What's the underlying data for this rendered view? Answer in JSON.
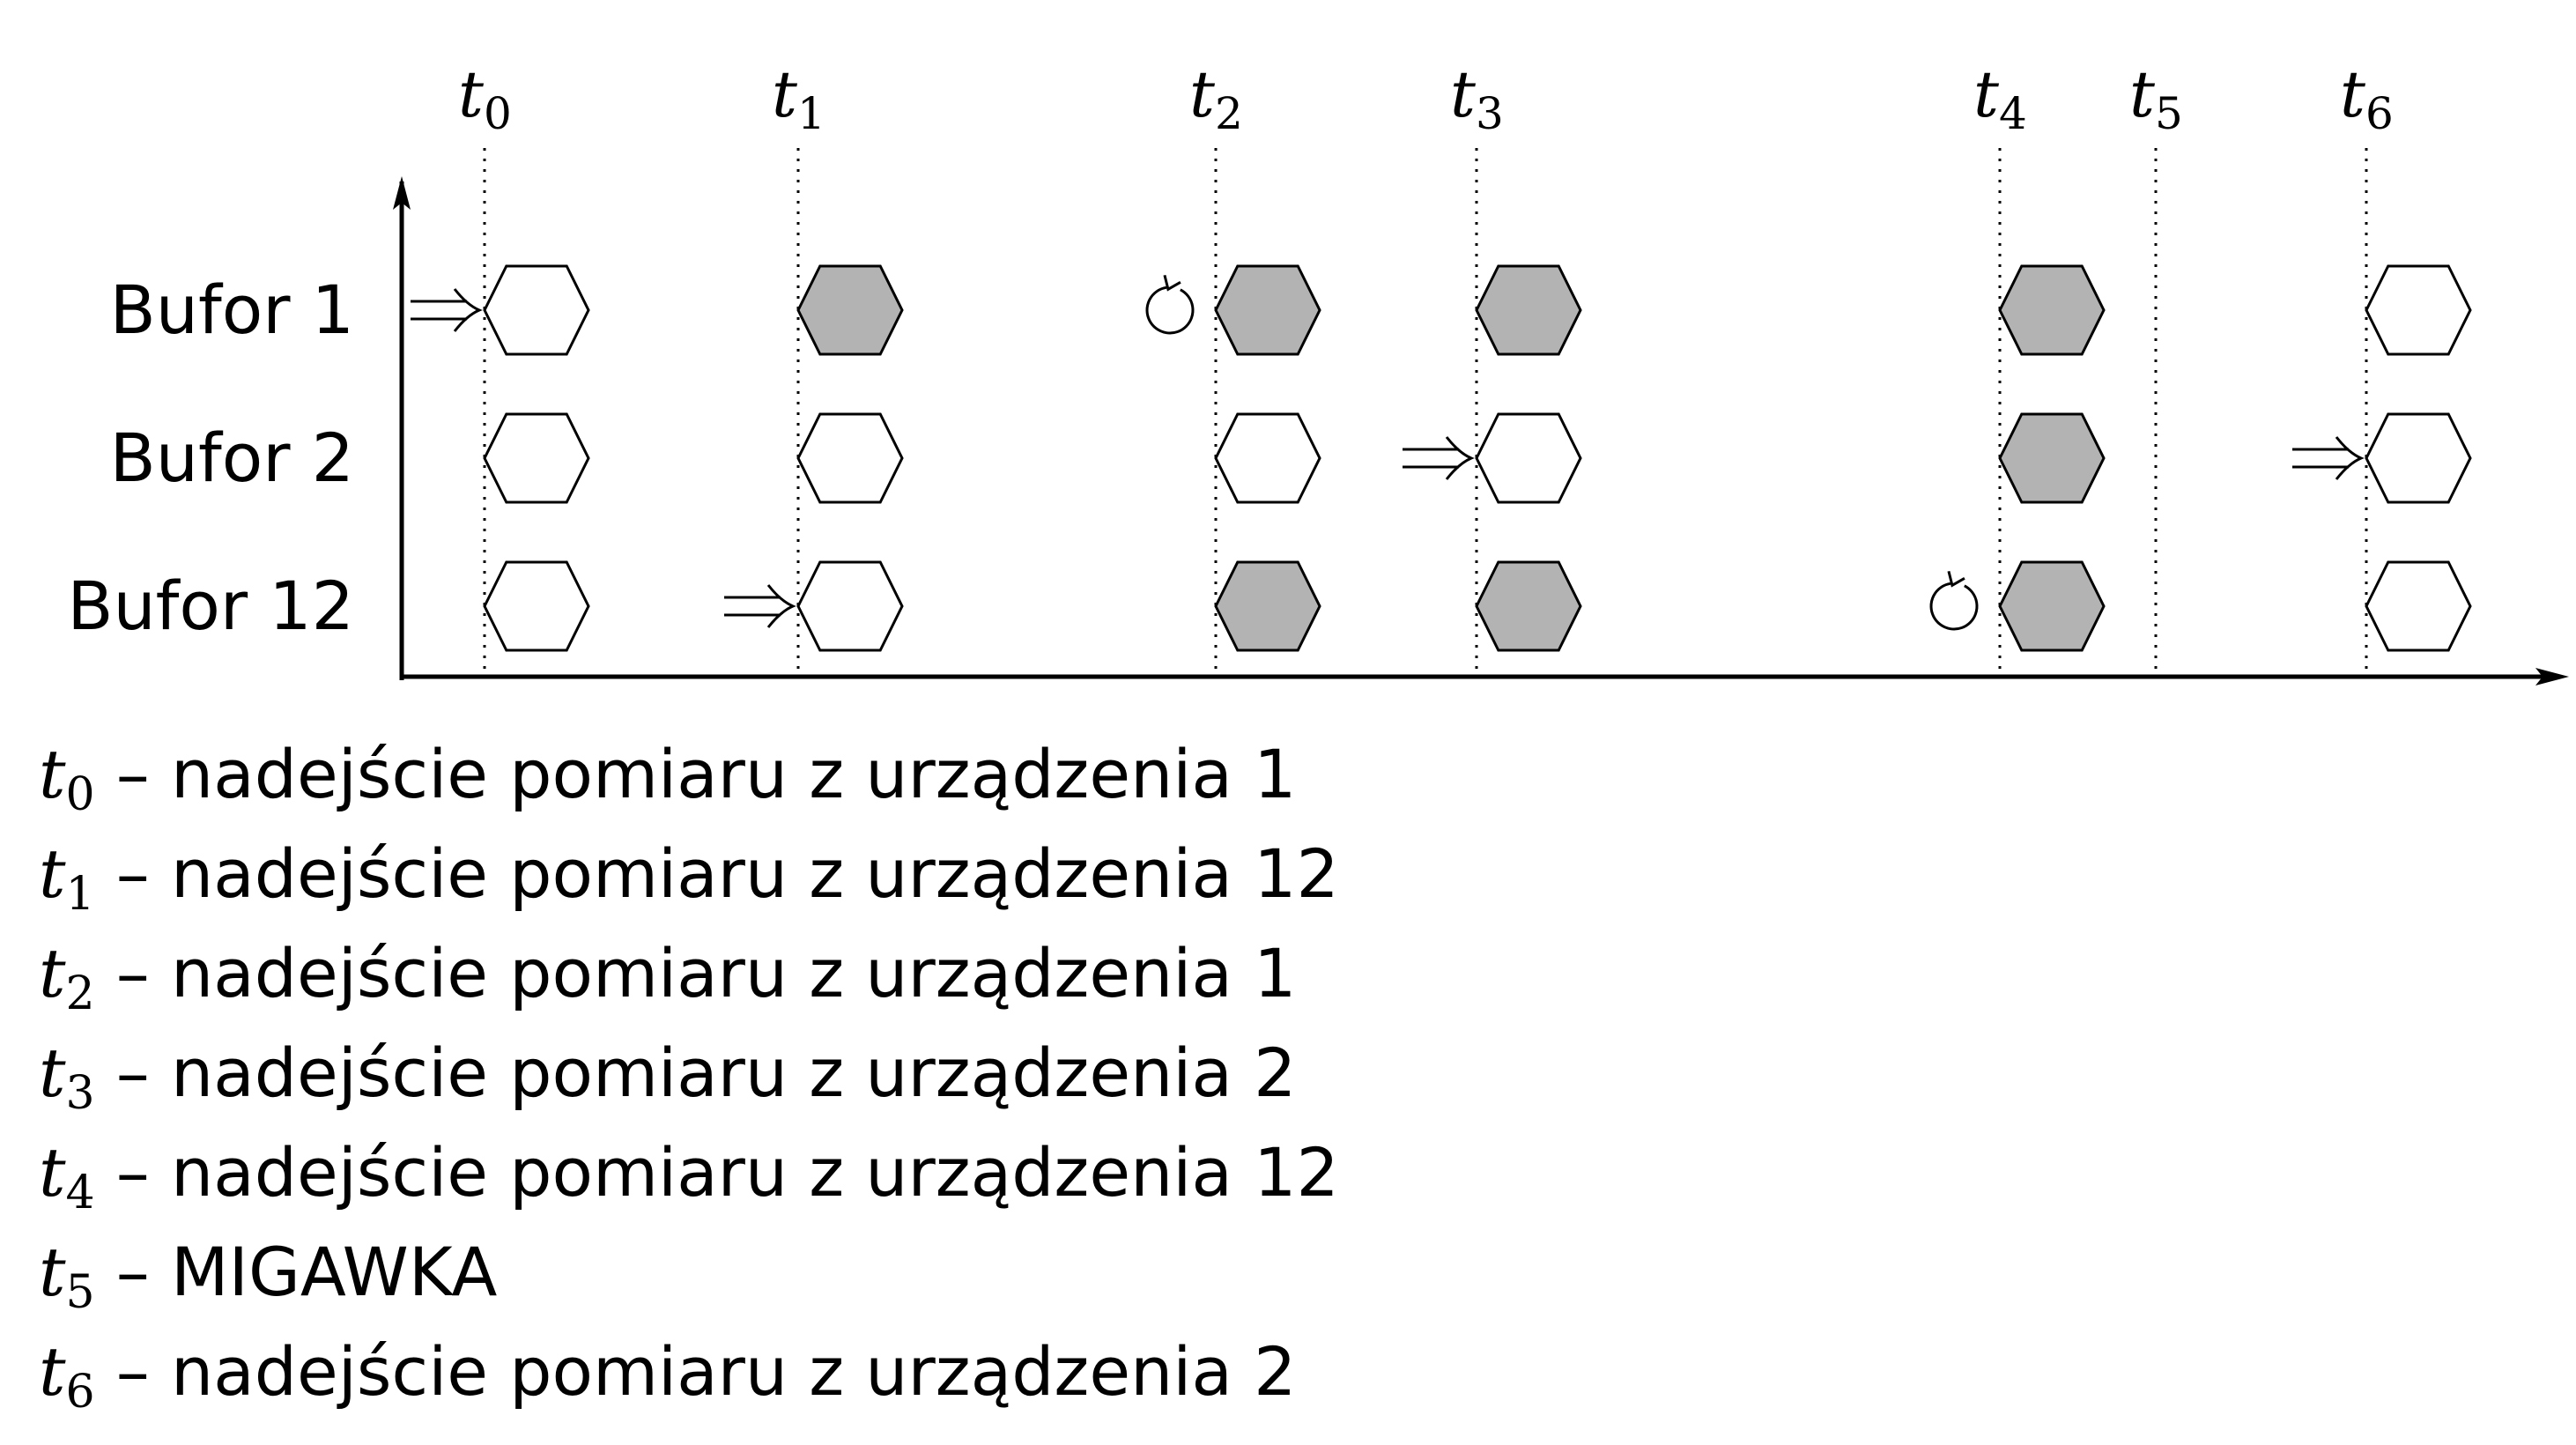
{
  "diagram": {
    "time_labels": [
      {
        "base": "t",
        "sub": "0"
      },
      {
        "base": "t",
        "sub": "1"
      },
      {
        "base": "t",
        "sub": "2"
      },
      {
        "base": "t",
        "sub": "3"
      },
      {
        "base": "t",
        "sub": "4"
      },
      {
        "base": "t",
        "sub": "5"
      },
      {
        "base": "t",
        "sub": "6"
      }
    ],
    "rows": [
      "Bufor 1",
      "Bufor 2",
      "Bufor 12"
    ],
    "states": [
      {
        "time": 0,
        "buffers": [
          "empty",
          "empty",
          "empty"
        ],
        "arrival": 0
      },
      {
        "time": 1,
        "buffers": [
          "filled",
          "empty",
          "empty"
        ],
        "arrival": 2
      },
      {
        "time": 2,
        "buffers": [
          "filled",
          "empty",
          "filled"
        ],
        "overwrite": 0
      },
      {
        "time": 3,
        "buffers": [
          "filled",
          "empty",
          "filled"
        ],
        "arrival": 1
      },
      {
        "time": 4,
        "buffers": [
          "filled",
          "filled",
          "filled"
        ],
        "overwrite": 2
      },
      {
        "time": 6,
        "buffers": [
          "empty",
          "empty",
          "empty"
        ],
        "arrival": 1
      }
    ],
    "colors": {
      "filled": "#b3b3b3",
      "empty": "#ffffff",
      "stroke": "#000000"
    },
    "icons": {
      "arrival": "double-arrow-icon",
      "overwrite": "circular-arrow-icon"
    }
  },
  "legend": [
    {
      "base": "t",
      "sub": "0",
      "text": " – nadejście pomiaru z urządzenia 1"
    },
    {
      "base": "t",
      "sub": "1",
      "text": " – nadejście pomiaru z urządzenia 12"
    },
    {
      "base": "t",
      "sub": "2",
      "text": " – nadejście pomiaru z urządzenia 1"
    },
    {
      "base": "t",
      "sub": "3",
      "text": " – nadejście pomiaru z urządzenia 2"
    },
    {
      "base": "t",
      "sub": "4",
      "text": " – nadejście pomiaru z urządzenia 12"
    },
    {
      "base": "t",
      "sub": "5",
      "text": " – MIGAWKA"
    },
    {
      "base": "t",
      "sub": "6",
      "text": " – nadejście pomiaru z urządzenia 2"
    }
  ]
}
